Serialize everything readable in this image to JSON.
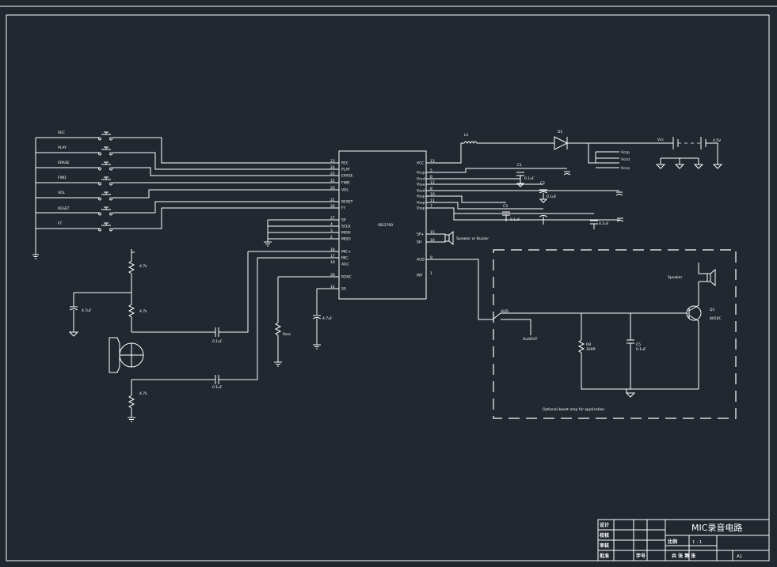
{
  "switches": [
    "REC",
    "PLAY",
    "ERASE",
    "FWD",
    "VOL",
    "RESET",
    "FT"
  ],
  "ic": {
    "name": "ISD1700",
    "left_pins": [
      {
        "name": "REC",
        "num": "23"
      },
      {
        "name": "PLAY",
        "num": "24"
      },
      {
        "name": "ERASE",
        "num": "25"
      },
      {
        "name": "FWD",
        "num": "22"
      },
      {
        "name": "VOL",
        "num": "20"
      },
      {
        "name": "RESET",
        "num": "21"
      },
      {
        "name": "FT",
        "num": "26"
      },
      {
        "name": "SP",
        "num": "27"
      },
      {
        "name": "SCLK",
        "num": "4"
      },
      {
        "name": "MOSI",
        "num": "3"
      },
      {
        "name": "MISO",
        "num": "2"
      },
      {
        "name": "MIC+",
        "num": "18"
      },
      {
        "name": "MIC-",
        "num": "17"
      },
      {
        "name": "AGC",
        "num": "19"
      },
      {
        "name": "ROSC",
        "num": "28"
      },
      {
        "name": "SS",
        "num": "14"
      }
    ],
    "right_pins": [
      {
        "name": "VCC",
        "num": "13"
      },
      {
        "name": "Vccp",
        "num": "5"
      },
      {
        "name": "Vccd",
        "num": "6"
      },
      {
        "name": "Vssa",
        "num": "12"
      },
      {
        "name": "Vssd",
        "num": "8"
      },
      {
        "name": "Vssp",
        "num": "10"
      },
      {
        "name": "Vssp",
        "num": "11"
      },
      {
        "name": "Vssp",
        "num": "7"
      },
      {
        "name": "SP+",
        "num": "15"
      },
      {
        "name": "SP-",
        "num": "16"
      },
      {
        "name": "AUD",
        "num": "9"
      },
      {
        "name": "INT",
        "num": "1"
      }
    ]
  },
  "labels": {
    "diode": "D1",
    "vcc": "Vcc",
    "vccp": "Vccp",
    "vccd": "Vccd",
    "vcca": "Vcca",
    "battery": "4.5V",
    "speaker_or_buzzer": "Speaker or Buzzer",
    "speaker": "Speaker",
    "transistor": "Q1",
    "transistor_part": "8050C",
    "aud_out": "AudOUT",
    "aud_sel": "AUD",
    "optional_box": "Optional boost amp for application",
    "rosc": "Rosc",
    "r_mic_top": "4.7k",
    "r_mic_mid": "4.7k",
    "r_mic_bot": "4.7k",
    "cap_47": "4.7uF",
    "cap_agc": "4.7uF",
    "cap_mic1": "0.1uF",
    "cap_mic2": "0.1uF",
    "cap_p1": "0.1uF",
    "cap_p2": "0.1uF",
    "cap_p3": "0.1uF",
    "cap_p4": "0.1uF",
    "cap_c5": "C5",
    "cap_c5_val": "0.1uF",
    "r_r8": "R8",
    "r_r8_val": "300R",
    "inductor": "L1",
    "c1": "C1",
    "c2": "C2",
    "c3": "C3"
  },
  "title_block": {
    "rows": [
      "设计",
      "校核",
      "审核",
      "批准"
    ],
    "title": "MIC录音电路",
    "scale_label": "比例",
    "scale": "1 : 1",
    "sheets": "共 张 第 张",
    "student_id": "学号",
    "size": "A1"
  }
}
